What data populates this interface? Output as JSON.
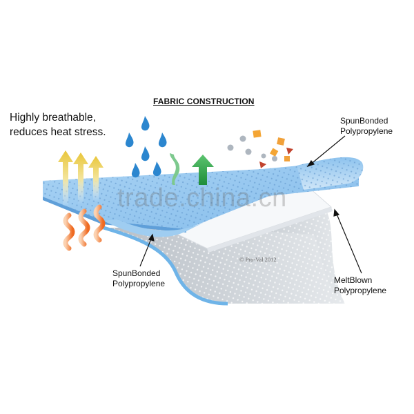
{
  "diagram": {
    "title": "FABRIC CONSTRUCTION",
    "callout": {
      "line1": "Highly breathable,",
      "line2": "reduces heat stress."
    },
    "layers": {
      "top_right": {
        "line1": "SpunBonded",
        "line2": "Polypropylene"
      },
      "bottom_left": {
        "line1": "SpunBonded",
        "line2": "Polypropylene"
      },
      "bottom_right": {
        "line1": "MeltBlown",
        "line2": "Polypropylene"
      }
    },
    "watermark": "trade.china.cn",
    "copyright": "© Pro-Val 2012"
  },
  "colors": {
    "top_layer": "#8fc3ee",
    "top_layer_edge": "#5f9fd9",
    "middle_layer": "#f2f5f8",
    "bottom_layer": "#c4c9cf",
    "heat_wave": "#f0742a",
    "heat_arrow": "#f1d85a",
    "water_drop": "#2b86cf",
    "green_arrow": "#27a043",
    "particle_orange": "#f4a534",
    "particle_silver": "#aeb6bf",
    "particle_red": "#c2442e"
  },
  "icons": [
    "heat-wave-icon",
    "heat-arrow-icon",
    "water-drop-icon",
    "breath-arrow-icon",
    "blocked-arrow-icon",
    "particle-icon"
  ]
}
